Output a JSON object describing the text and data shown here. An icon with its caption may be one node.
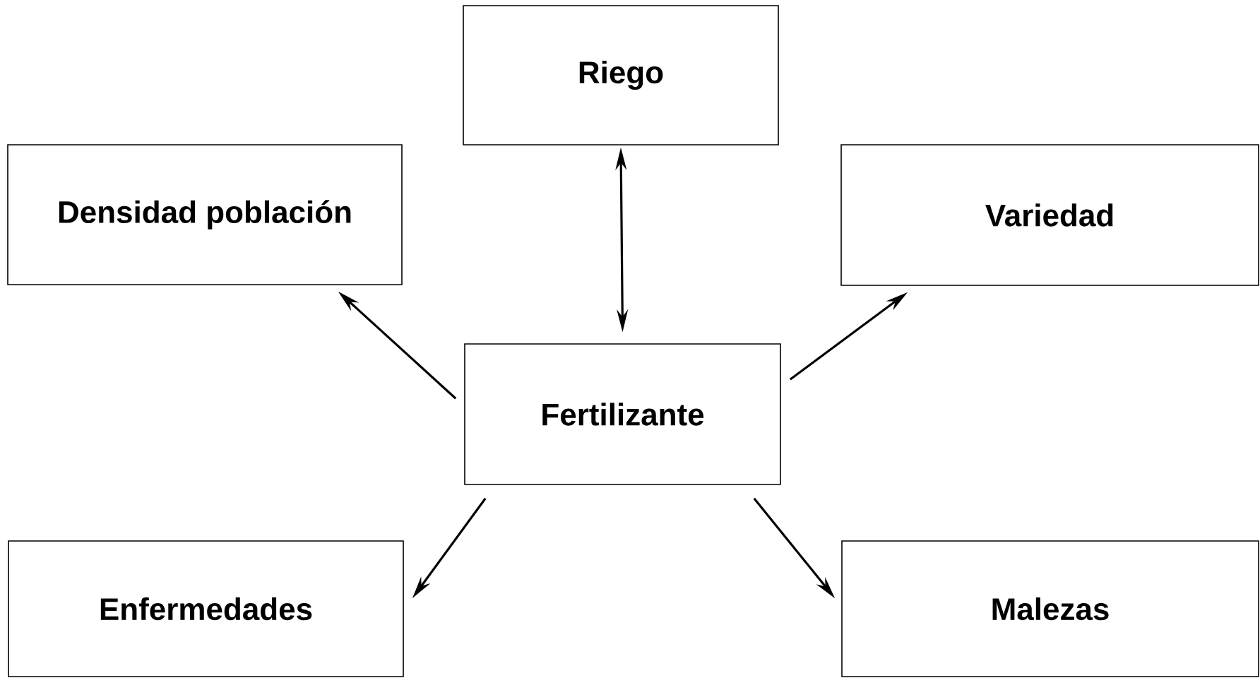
{
  "diagram": {
    "nodes": [
      {
        "text": [
          "Riego"
        ]
      },
      {
        "text": [
          "Densidad población"
        ]
      },
      {
        "text": [
          "Variedad"
        ]
      },
      {
        "text": [
          "Fertilizante"
        ]
      },
      {
        "text": [
          "Enfermedades"
        ]
      },
      {
        "text": [
          "Malezas"
        ]
      }
    ],
    "edges": [
      {
        "from": 3,
        "to": 0,
        "arrow": "both"
      },
      {
        "from": 3,
        "to": 1,
        "arrow": "to"
      },
      {
        "from": 3,
        "to": 2,
        "arrow": "to"
      },
      {
        "from": 3,
        "to": 4,
        "arrow": "to"
      },
      {
        "from": 3,
        "to": 5,
        "arrow": "to"
      }
    ]
  }
}
